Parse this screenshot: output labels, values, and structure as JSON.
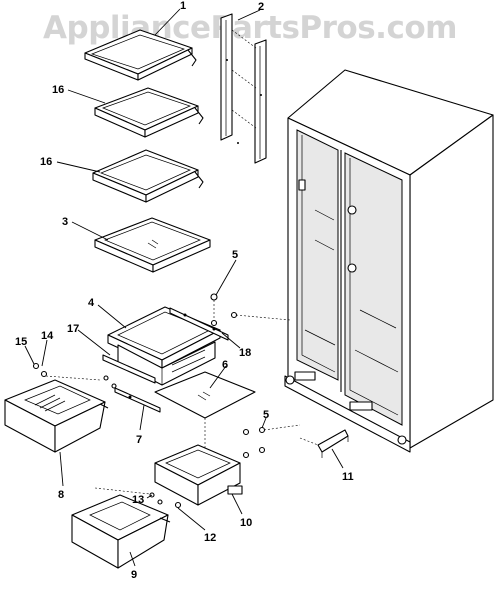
{
  "watermark": "AppliancePartsPros.com",
  "callouts": [
    {
      "id": "c1",
      "text": "1"
    },
    {
      "id": "c2",
      "text": "2"
    },
    {
      "id": "c16a",
      "text": "16"
    },
    {
      "id": "c16b",
      "text": "16"
    },
    {
      "id": "c3",
      "text": "3"
    },
    {
      "id": "c5a",
      "text": "5"
    },
    {
      "id": "c4",
      "text": "4"
    },
    {
      "id": "c18",
      "text": "18"
    },
    {
      "id": "c17",
      "text": "17"
    },
    {
      "id": "c14",
      "text": "14"
    },
    {
      "id": "c15",
      "text": "15"
    },
    {
      "id": "c6",
      "text": "6"
    },
    {
      "id": "c7",
      "text": "7"
    },
    {
      "id": "c8",
      "text": "8"
    },
    {
      "id": "c5b",
      "text": "5"
    },
    {
      "id": "c11",
      "text": "11"
    },
    {
      "id": "c10",
      "text": "10"
    },
    {
      "id": "c13",
      "text": "13"
    },
    {
      "id": "c12",
      "text": "12"
    },
    {
      "id": "c9",
      "text": "9"
    }
  ]
}
